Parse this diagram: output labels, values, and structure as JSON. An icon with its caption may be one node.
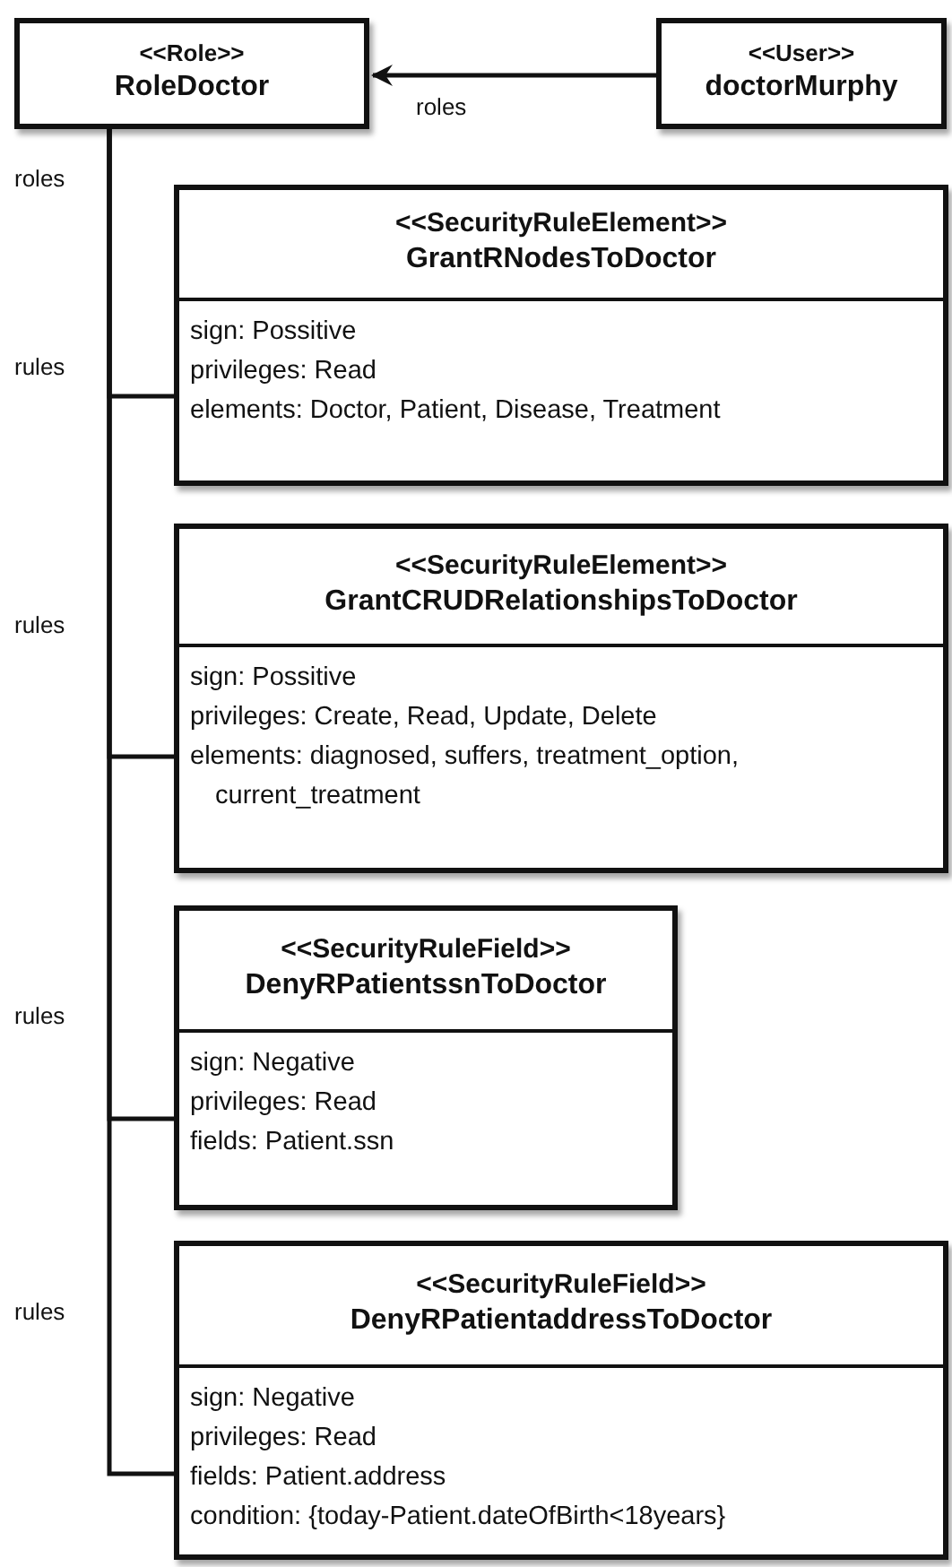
{
  "diagram": {
    "nodes": [
      {
        "text": [
          "<<Role>>",
          "RoleDoctor"
        ]
      },
      {
        "text": [
          "<<User>>",
          "doctorMurphy"
        ]
      },
      {
        "text": [
          "<<SecurityRuleElement>>",
          "GrantRNodesToDoctor",
          "sign: Possitive",
          "privileges: Read",
          "elements: Doctor, Patient, Disease, Treatment"
        ]
      },
      {
        "text": [
          "<<SecurityRuleElement>>",
          "GrantCRUDRelationshipsToDoctor",
          "sign: Possitive",
          "privileges: Create, Read, Update, Delete",
          "elements: diagnosed, suffers, treatment_option, current_treatment"
        ]
      },
      {
        "text": [
          "<<SecurityRuleField>>",
          "DenyRPatientssnToDoctor",
          "sign: Negative",
          "privileges: Read",
          "fields: Patient.ssn"
        ]
      },
      {
        "text": [
          "<<SecurityRuleField>>",
          "DenyRPatientaddressToDoctor",
          "sign: Negative",
          "privileges: Read",
          "fields: Patient.address",
          "condition: {today-Patient.dateOfBirth<18years}"
        ]
      }
    ],
    "edges": [
      {
        "from": 1,
        "to": 0,
        "arrow": "to",
        "label": "roles"
      },
      {
        "from": 0,
        "to": 2,
        "arrow": "none",
        "label": "rules"
      },
      {
        "from": 0,
        "to": 3,
        "arrow": "none",
        "label": "rules"
      },
      {
        "from": 0,
        "to": 4,
        "arrow": "none",
        "label": "rules"
      },
      {
        "from": 0,
        "to": 5,
        "arrow": "none",
        "label": "rules"
      }
    ],
    "labels": [
      "roles"
    ]
  }
}
